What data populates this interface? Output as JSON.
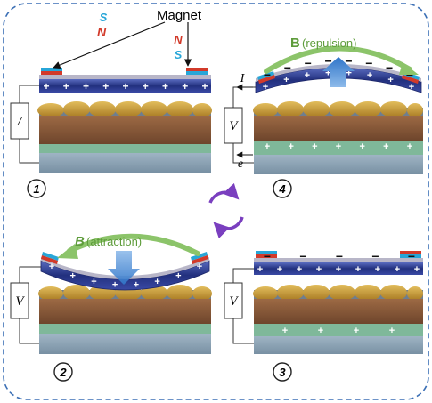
{
  "labels": {
    "magnet": "Magnet",
    "pole_s": "S",
    "pole_n": "N",
    "field_repulsion": "(repulsion)",
    "field_attraction": "(attraction)",
    "field_symbol": "B",
    "current_symbol": "I",
    "electron_symbol": "e",
    "voltage_symbol": "V",
    "resistor_symbol_1": "/",
    "plus": "+",
    "minus": "−",
    "step_1": "1",
    "step_2": "2",
    "step_3": "3",
    "step_4": "4"
  },
  "colors": {
    "border_dash": "#3b6fb5",
    "magnet_red": "#d23a2a",
    "magnet_blue": "#27a6d8",
    "navy_plate": "#23307e",
    "purple_film": "#7a6ab3",
    "bumps": "#c49a32",
    "brown_layer": "#8a5a3a",
    "green_layer": "#7fb89a",
    "grey_layer": "#8aa3b5",
    "green_arrow": "#8cc46a",
    "blue_arrow": "#2f75c9",
    "cycle_purple": "#7a3fbf",
    "text_green": "#5e9c3b"
  }
}
